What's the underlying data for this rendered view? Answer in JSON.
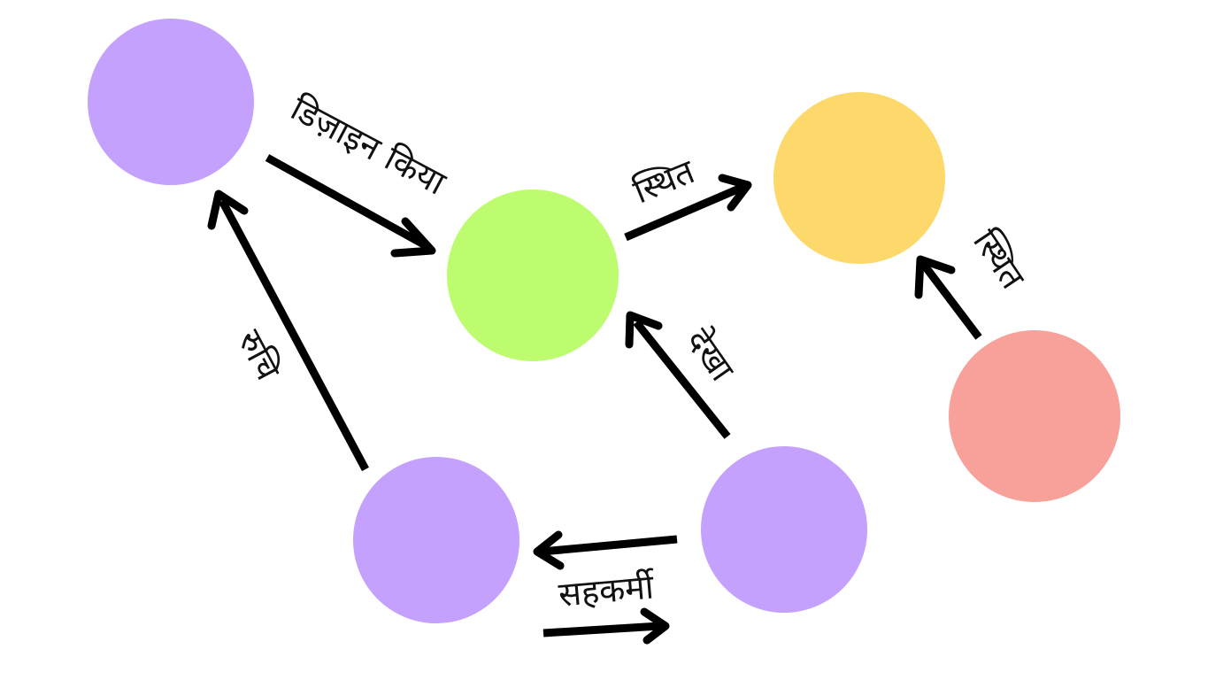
{
  "nodes": [
    {
      "id": "n1",
      "color": "#c4a1fc"
    },
    {
      "id": "n2",
      "color": "#bdfc6f"
    },
    {
      "id": "n3",
      "color": "#fdd86a"
    },
    {
      "id": "n4",
      "color": "#c4a1fc"
    },
    {
      "id": "n5",
      "color": "#c4a1fc"
    },
    {
      "id": "n6",
      "color": "#f8a19a"
    }
  ],
  "edges": [
    {
      "id": "e1",
      "from": "n1",
      "to": "n2",
      "label": "डिज़ाइन किया"
    },
    {
      "id": "e2",
      "from": "n2",
      "to": "n3",
      "label": "स्थित"
    },
    {
      "id": "e3",
      "from": "n6",
      "to": "n3",
      "label": "स्थित"
    },
    {
      "id": "e4",
      "from": "n4",
      "to": "n1",
      "label": "रुचि"
    },
    {
      "id": "e5",
      "from": "n5",
      "to": "n2",
      "label": "देखा"
    },
    {
      "id": "e6",
      "from": "n5",
      "to": "n4",
      "label": "सहकर्मी"
    },
    {
      "id": "e7",
      "from": "n4",
      "to": "n5",
      "label": ""
    }
  ]
}
